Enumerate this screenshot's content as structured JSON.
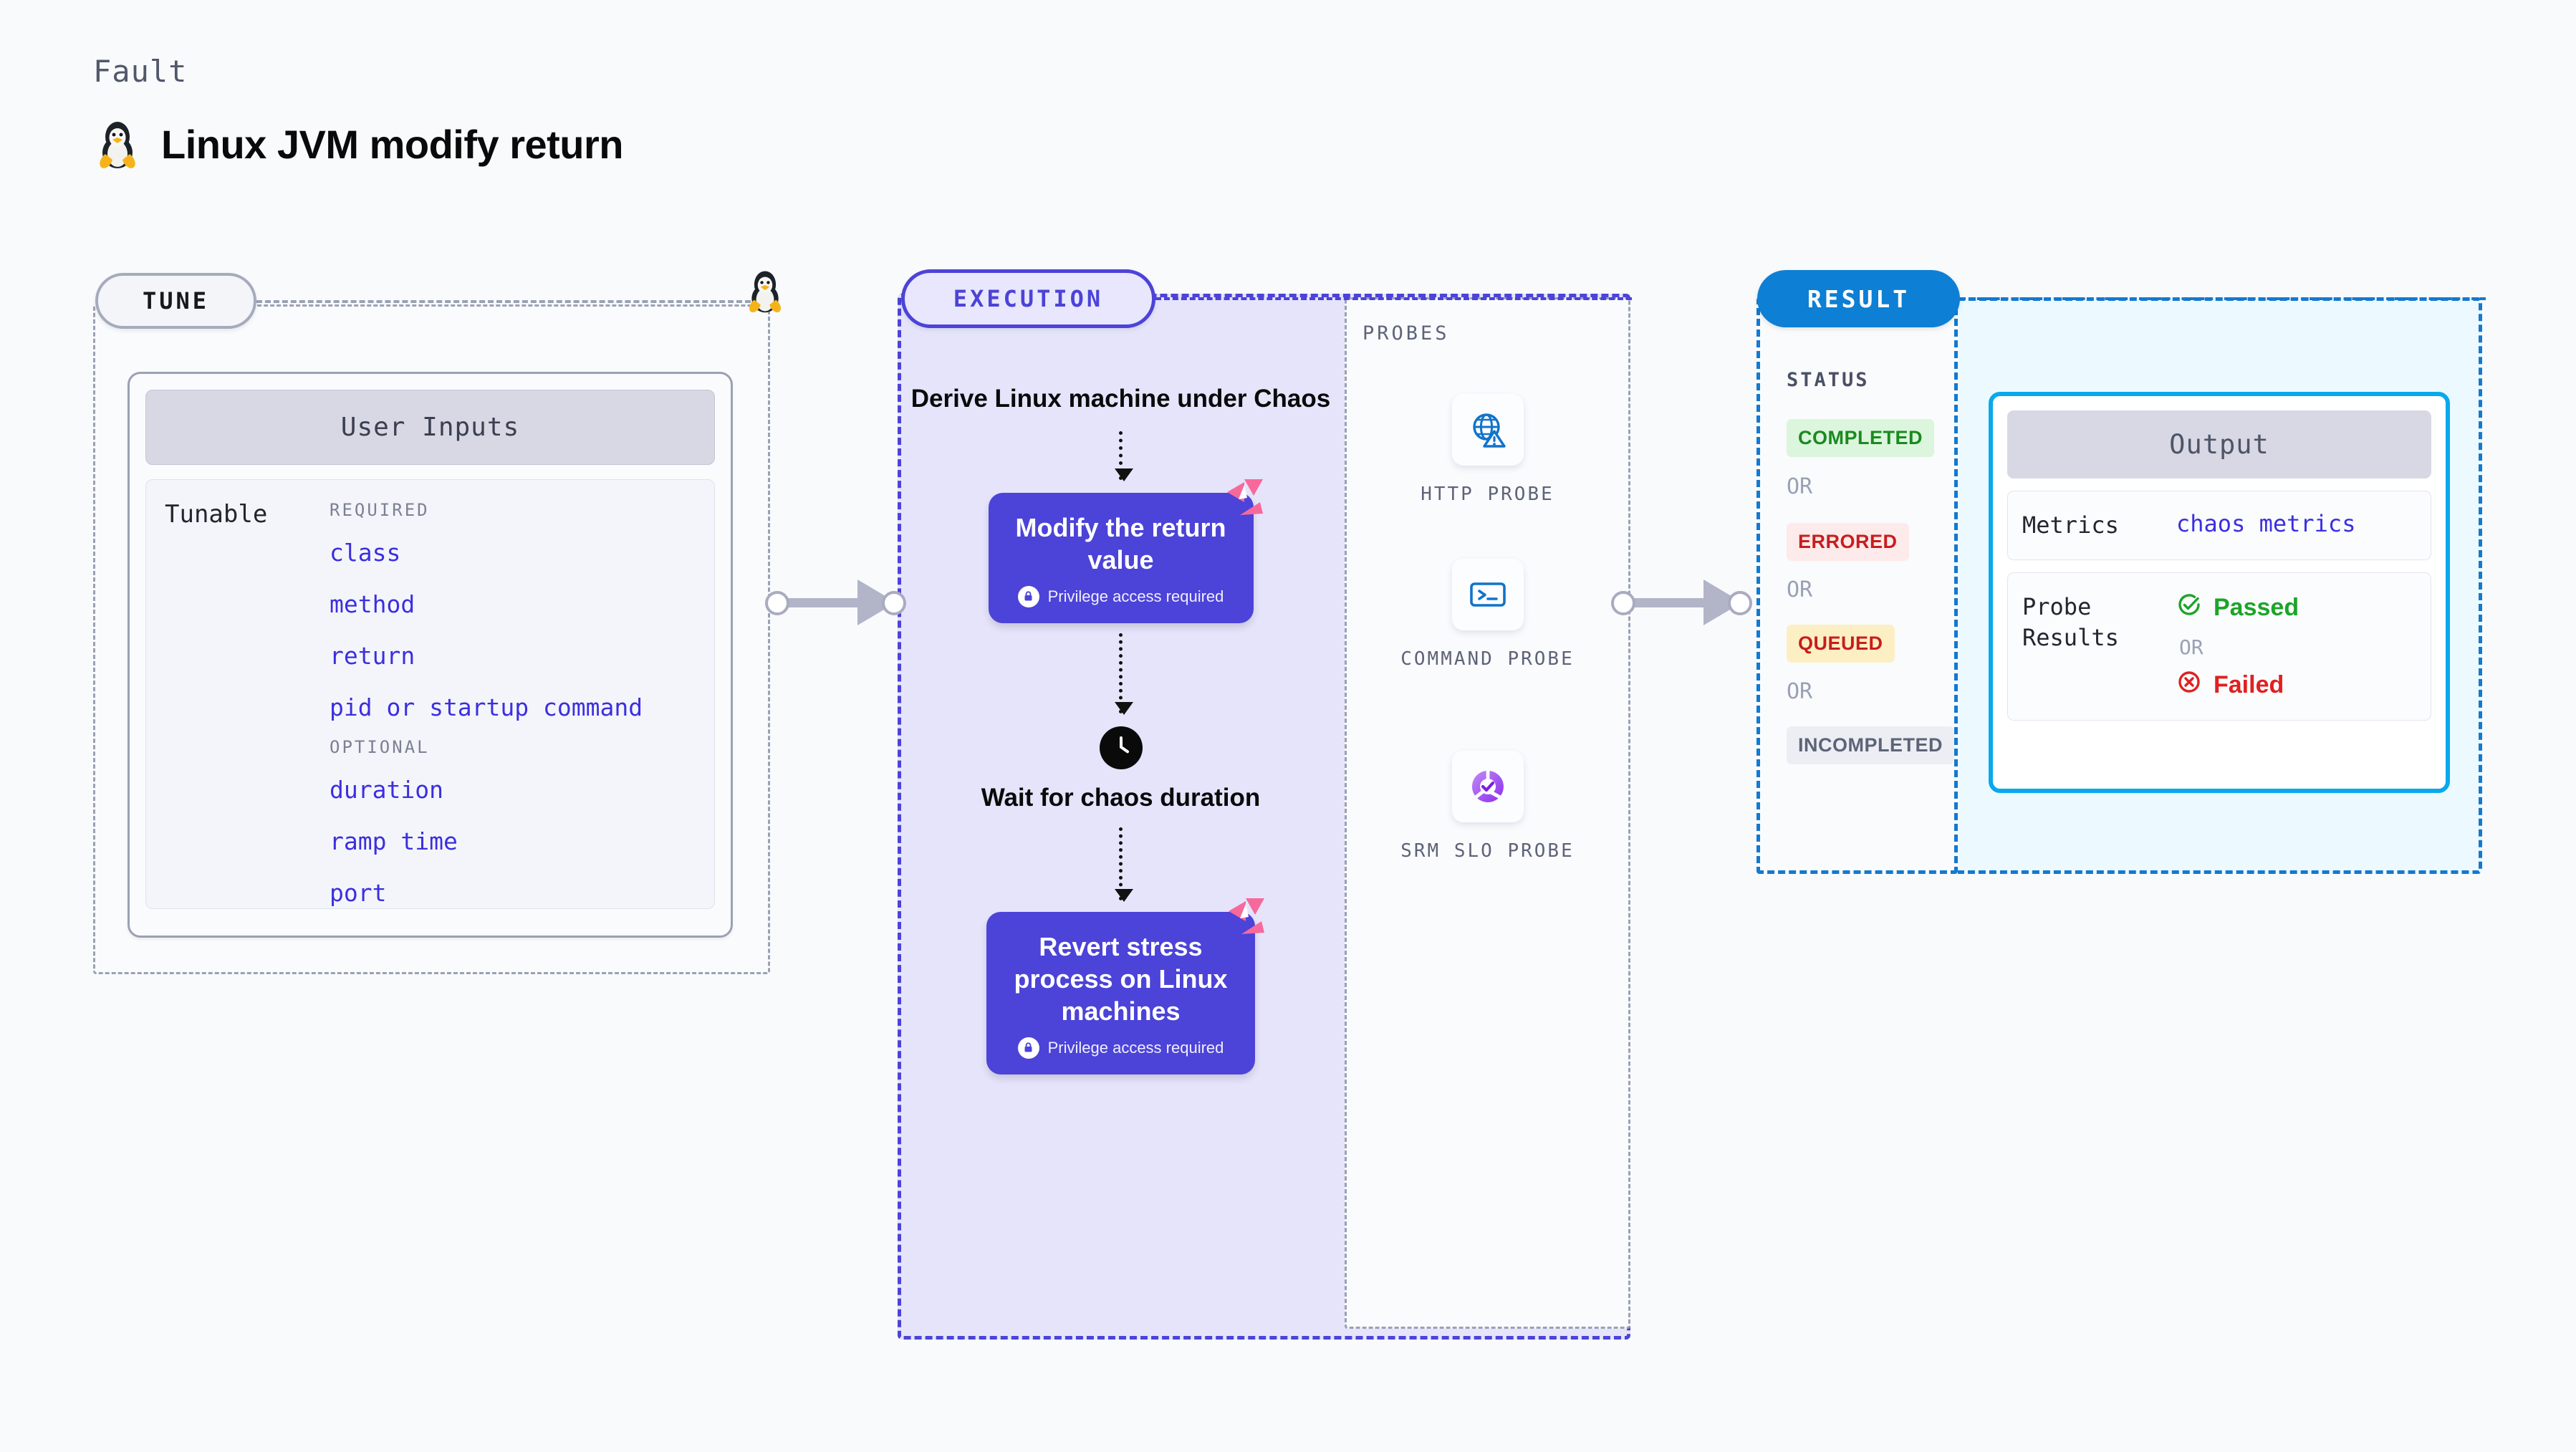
{
  "header": {
    "eyebrow": "Fault",
    "title": "Linux JVM modify return",
    "icon": "linux-penguin-icon"
  },
  "stages": {
    "tune": "TUNE",
    "execution": "EXECUTION",
    "result": "RESULT"
  },
  "tune": {
    "card_title": "User Inputs",
    "row_label": "Tunable",
    "required_label": "REQUIRED",
    "optional_label": "OPTIONAL",
    "required": [
      "class",
      "method",
      "return",
      "pid or startup command"
    ],
    "optional": [
      "duration",
      "ramp time",
      "port"
    ]
  },
  "execution": {
    "step_title": "Derive Linux machine under Chaos",
    "card_one": {
      "title": "Modify the return value",
      "privilege": "Privilege access required"
    },
    "wait_title": "Wait for chaos duration",
    "card_two": {
      "title": "Revert stress process on Linux machines",
      "privilege": "Privilege access required"
    }
  },
  "probes": {
    "title": "PROBES",
    "items": [
      {
        "name": "HTTP  PROBE",
        "icon": "globe-warning-icon"
      },
      {
        "name": "COMMAND PROBE",
        "icon": "terminal-icon"
      },
      {
        "name": "SRM  SLO PROBE",
        "icon": "slo-donut-check-icon"
      }
    ]
  },
  "result": {
    "status_title": "STATUS",
    "or_label": "OR",
    "statuses": [
      {
        "label": "COMPLETED",
        "bg": "#dcf5dd",
        "fg": "#1a8a1f"
      },
      {
        "label": "ERRORED",
        "bg": "#fdeaea",
        "fg": "#c81d1d"
      },
      {
        "label": "QUEUED",
        "bg": "#fcefc4",
        "fg": "#c81d1d"
      },
      {
        "label": "INCOMPLETED",
        "bg": "#eceef4",
        "fg": "#5d6478"
      }
    ]
  },
  "output": {
    "title": "Output",
    "metrics_key": "Metrics",
    "metrics_value": "chaos metrics",
    "probe_results_key": "Probe Results",
    "passed": "Passed",
    "or_label": "OR",
    "failed": "Failed"
  },
  "colors": {
    "purple": "#4c43d8",
    "blue": "#1479d0",
    "cyan": "#0aa8ec",
    "pink": "#f8699b",
    "grey_border": "#9aa1b4"
  }
}
